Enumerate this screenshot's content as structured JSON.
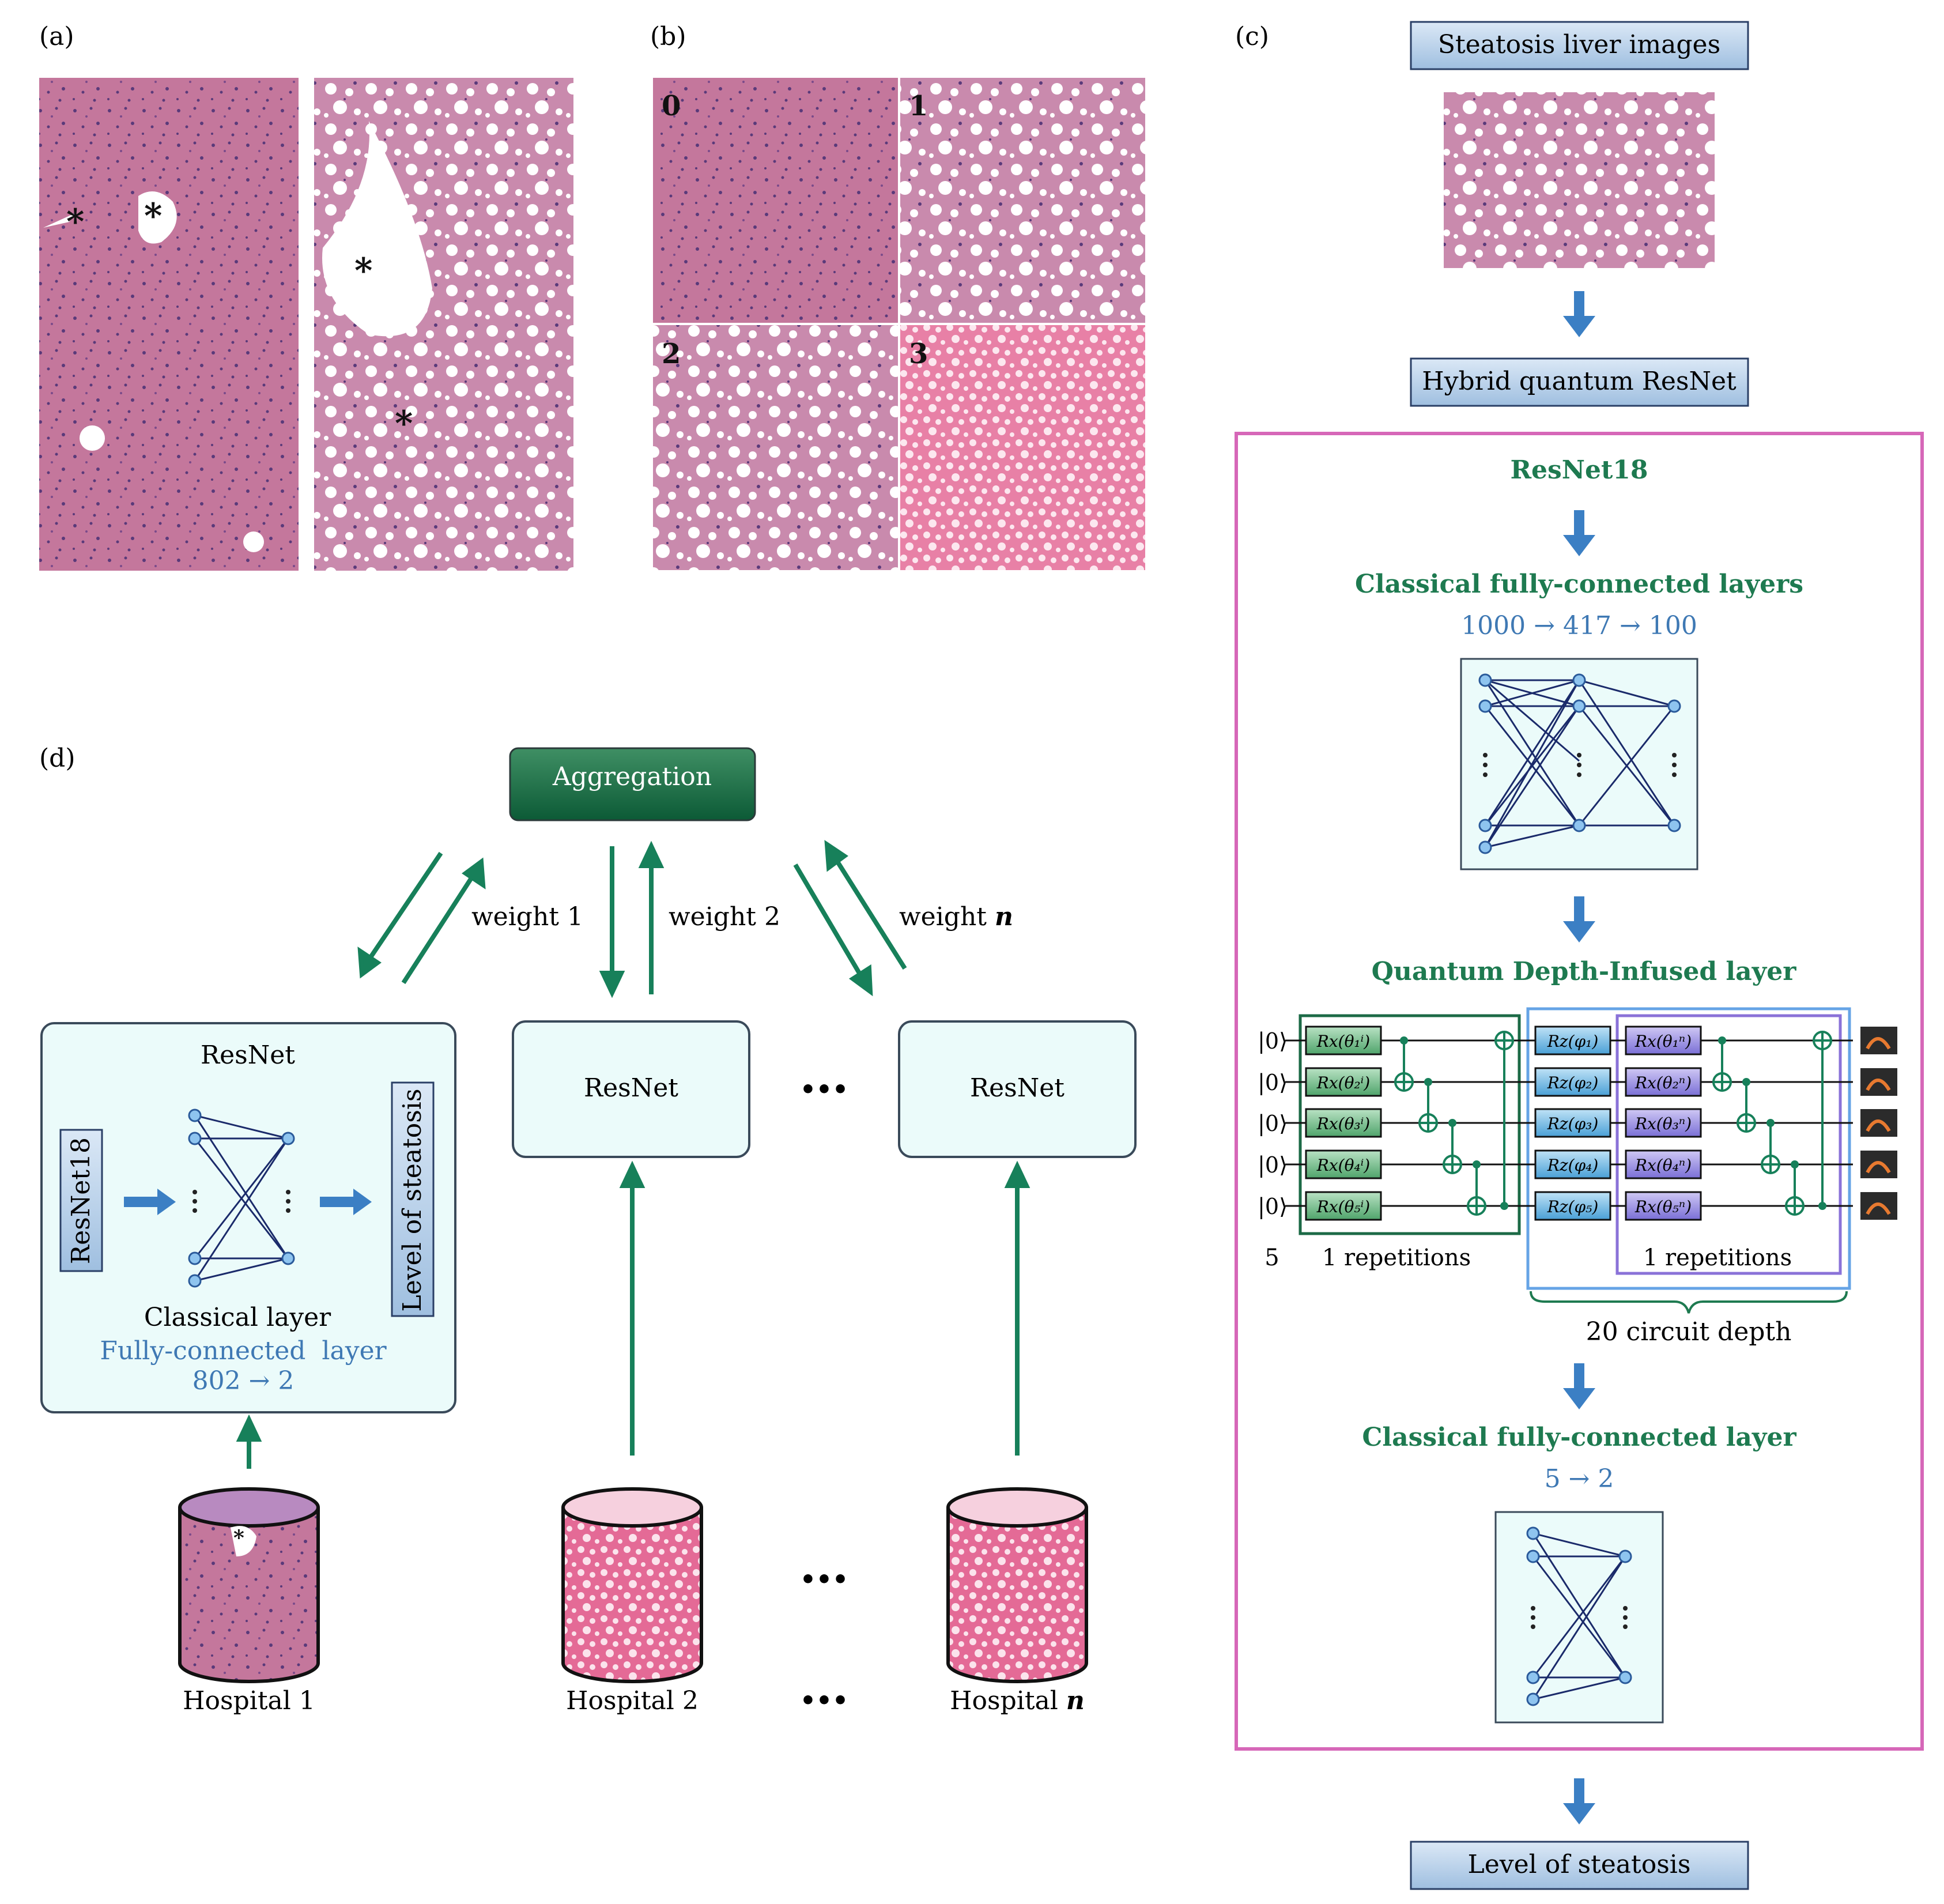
{
  "panels": {
    "a": "(a)",
    "b": "(b)",
    "c": "(c)",
    "d": "(d)"
  },
  "grade_labels": [
    "0",
    "1",
    "2",
    "3"
  ],
  "asterisk": "*",
  "pipeline": {
    "input": "Steatosis liver images",
    "hybrid": "Hybrid quantum ResNet",
    "output": "Level of steatosis"
  },
  "detail": {
    "resnet": "ResNet18",
    "fc_title": "Classical fully-connected layers",
    "fc_dims": "1000 → 417 → 100",
    "quantum_title": "Quantum Depth-Infused layer",
    "ket": "|0⟩",
    "gates_rx_i": [
      "Rx(θ₁ⁱ)",
      "Rx(θ₂ⁱ)",
      "Rx(θ₃ⁱ)",
      "Rx(θ₄ⁱ)",
      "Rx(θ₅ⁱ)"
    ],
    "gates_rz": [
      "Rz(φ₁)",
      "Rz(φ₂)",
      "Rz(φ₃)",
      "Rz(φ₄)",
      "Rz(φ₅)"
    ],
    "gates_rx_n": [
      "Rx(θ₁ⁿ)",
      "Rx(θ₂ⁿ)",
      "Rx(θ₃ⁿ)",
      "Rx(θ₄ⁿ)",
      "Rx(θ₅ⁿ)"
    ],
    "qubits": "5",
    "rep1": "1 repetitions",
    "rep2": "1 repetitions",
    "depth": "20 circuit depth",
    "fc2_title": "Classical fully-connected layer",
    "fc2_dims": "5 → 2"
  },
  "federated": {
    "aggregation": "Aggregation",
    "weight1": "weight 1",
    "weight2": "weight 2",
    "weightn_prefix": "weight ",
    "n": "n",
    "resnet": "ResNet",
    "resnet18": "ResNet18",
    "level": "Level of steatosis",
    "classical": "Classical layer",
    "fc": "Fully-connected  layer",
    "dims": "802 → 2",
    "ellipsis": "•••",
    "hospital1": "Hospital 1",
    "hospital2": "Hospital 2",
    "hospital_prefix": "Hospital ",
    "hospitaln_var": "n"
  },
  "colors": {
    "green_text": "#1e7a50",
    "blue_text": "#3f79b4",
    "magenta_frame": "#d667b8",
    "green_arrow": "#17805a",
    "blue_arrow": "#3b7fc4",
    "tissue": "#c4779c"
  }
}
